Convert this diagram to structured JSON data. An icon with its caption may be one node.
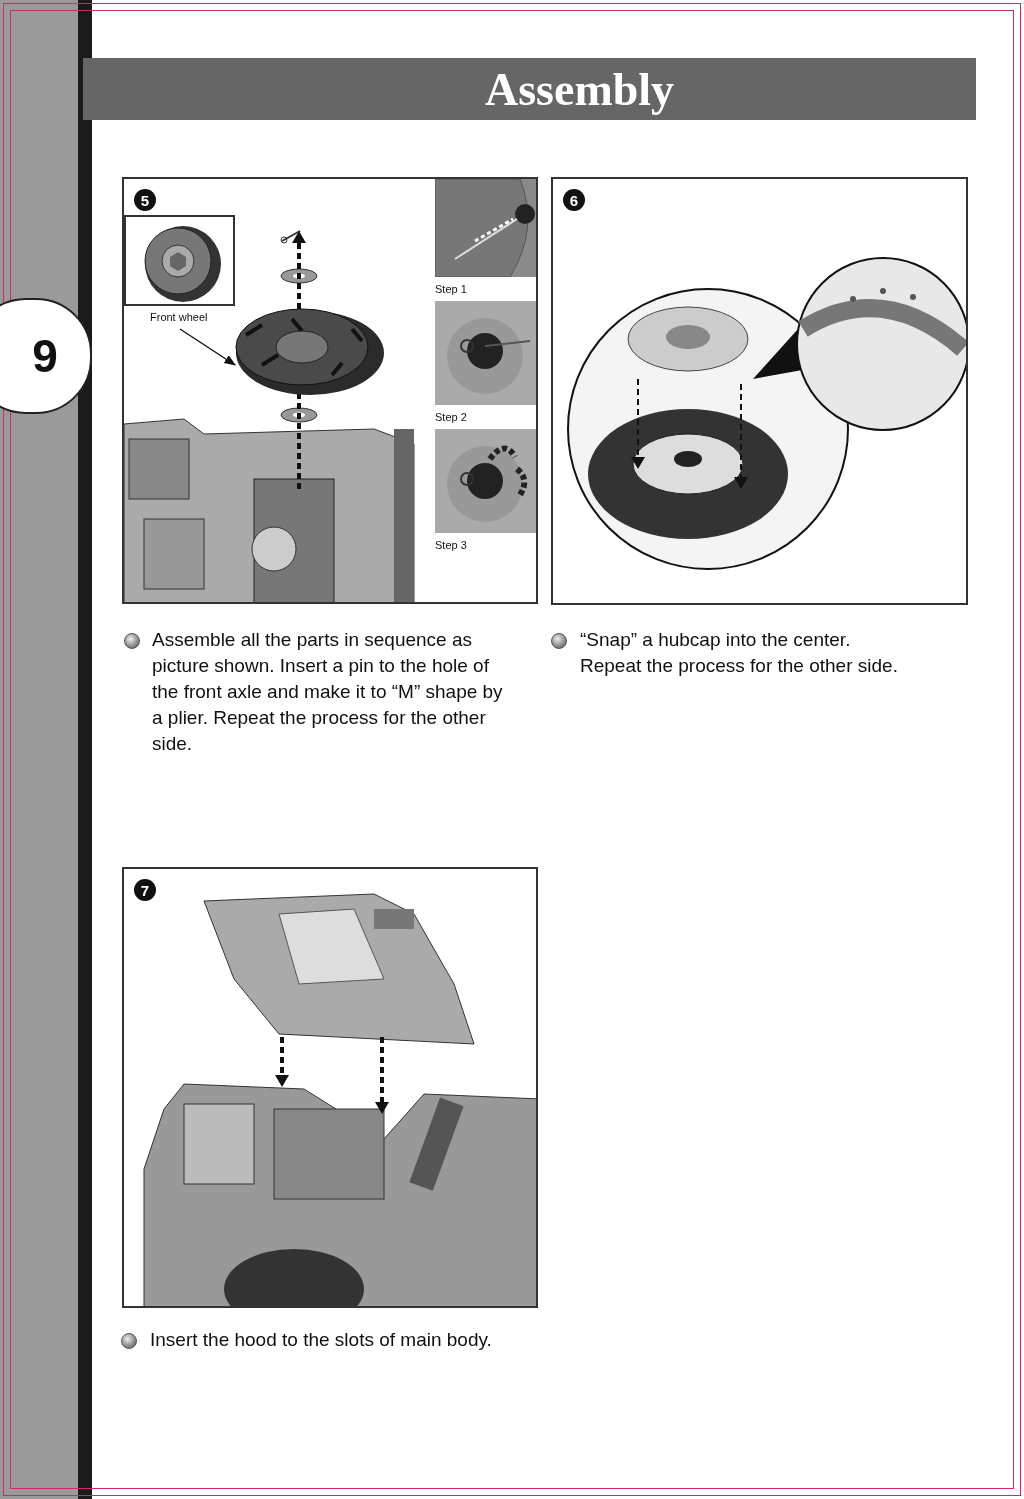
{
  "diagram": {
    "title": "Assembly",
    "nodes": [
      {
        "text": [
          "5"
        ]
      },
      {
        "text": [],
        "shape": "picture",
        "in": 0
      },
      {
        "text": [
          "Front wheel"
        ],
        "in": 0
      },
      {
        "text": [],
        "shape": "picture",
        "in": 0
      },
      {
        "text": [],
        "shape": "picture",
        "in": 0,
        "beside": [
          "Step 1"
        ]
      },
      {
        "text": [],
        "shape": "picture",
        "in": 0,
        "beside": [
          "Step 2"
        ]
      },
      {
        "text": [],
        "shape": "picture",
        "in": 0,
        "beside": [
          "Step 3"
        ]
      },
      {
        "text": [
          "6"
        ]
      },
      {
        "text": [
          "7"
        ]
      }
    ],
    "edges": [
      {
        "from": 2,
        "to": 3,
        "arrow": "to"
      }
    ],
    "labels": [
      "9",
      "Assemble all the parts in sequence as picture shown. Insert a pin to the hole of the front axle and make it to “M” shape by a plier. Repeat the process for the other side.",
      "“Snap” a hubcap into the center. Repeat the process for the other side.",
      "Insert the hood to the slots of main body."
    ]
  }
}
